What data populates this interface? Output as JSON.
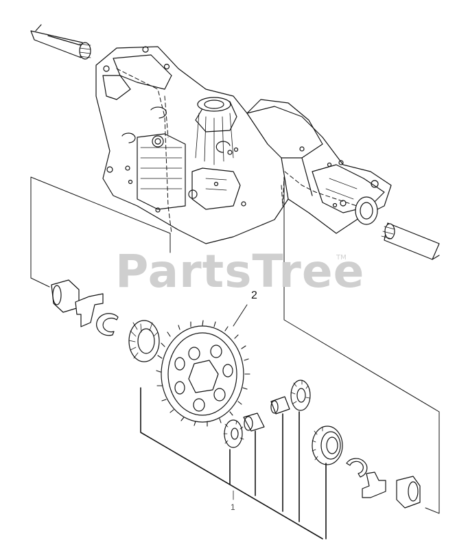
{
  "watermark": {
    "brand": "PartsTree",
    "trademark": "TM"
  },
  "callouts": [
    {
      "id": "gear",
      "label": "2"
    },
    {
      "id": "differential",
      "label": "1"
    }
  ],
  "colors": {
    "ink": "#111111",
    "watermark": "#cfcfcf",
    "background": "#ffffff"
  }
}
